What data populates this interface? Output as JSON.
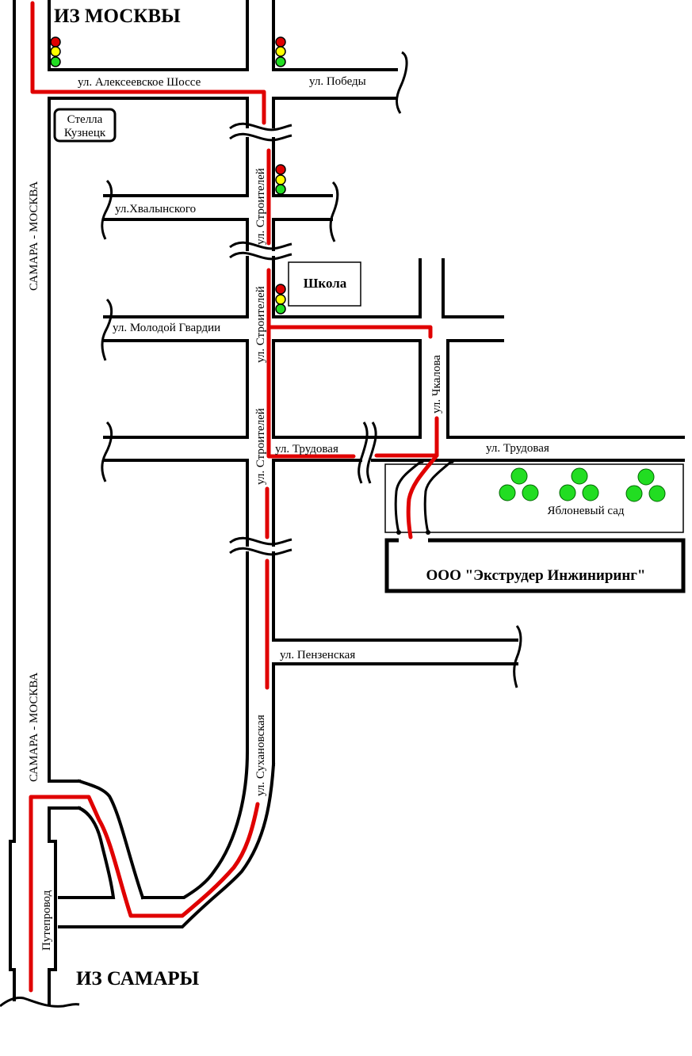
{
  "map": {
    "title_from_moscow": "ИЗ МОСКВЫ",
    "title_from_samara": "ИЗ САМАРЫ",
    "colors": {
      "route": "#e00000",
      "road": "#000000",
      "light_red": "#e00000",
      "light_yellow": "#ffff00",
      "light_green": "#22dd22",
      "tree": "#22dd22",
      "background": "#ffffff"
    },
    "streets": {
      "highway_upper": "САМАРА - МОСКВА",
      "highway_lower": "САМАРА - МОСКВА",
      "alekseevskoe": "ул. Алексеевское Шоссе",
      "pobedy": "ул. Победы",
      "hvalynskogo": "ул.Хвалынского",
      "stroiteley_1": "ул. Строителей",
      "stroiteley_2": "ул. Строителей",
      "stroiteley_3": "ул. Строителей",
      "molodoy_gvardii": "ул. Молодой Гвардии",
      "chkalova": "ул. Чкалова",
      "trudovaya_left": "ул. Трудовая",
      "trudovaya_right": "ул. Трудовая",
      "penzenskaya": "ул. Пензенская",
      "suhanovskaya": "ул. Сухановская",
      "overpass": "Путепровод"
    },
    "landmarks": {
      "stella_line1": "Стелла",
      "stella_line2": "Кузнецк",
      "school": "Школа",
      "orchard": "Яблоневый сад",
      "company": "ООО \"Экструдер Инжиниринг\""
    },
    "traffic_lights": [
      {
        "id": "tl-alekseevskoe-west",
        "lights": [
          "red",
          "yellow",
          "green"
        ]
      },
      {
        "id": "tl-alekseevskoe-east",
        "lights": [
          "red",
          "yellow",
          "green"
        ]
      },
      {
        "id": "tl-hvalynskogo",
        "lights": [
          "red",
          "yellow",
          "green"
        ]
      },
      {
        "id": "tl-school",
        "lights": [
          "red",
          "yellow",
          "green"
        ]
      }
    ],
    "tree_groups": 3,
    "trees_per_group": 3
  }
}
